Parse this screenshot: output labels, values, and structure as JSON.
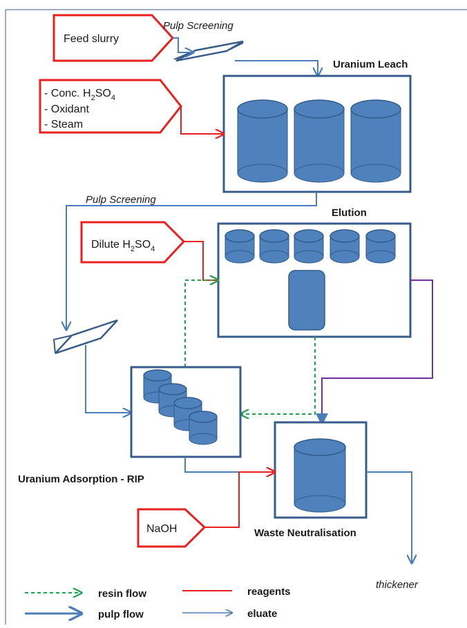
{
  "colors": {
    "unit_fill": "#4f81bd",
    "unit_stroke": "#2f5c8a",
    "box_stroke": "#385d8a",
    "reagent_red": "#e8201e",
    "pulp_blue": "#4a7ebb",
    "resin_green": "#1aa64a",
    "eluate_purple": "#7030a0"
  },
  "reagents": {
    "feed_slurry": "Feed slurry",
    "leach_reagents": [
      "- Conc. H",
      "2",
      "SO",
      "4",
      "- Oxidant",
      "- Steam"
    ],
    "dilute_acid": [
      "Dilute H",
      "2",
      "SO",
      "4"
    ],
    "naoh": "NaOH"
  },
  "labels": {
    "pulp_screening_1": "Pulp Screening",
    "pulp_screening_2": "Pulp Screening",
    "uranium_leach": "Uranium Leach",
    "elution": "Elution",
    "uranium_adsorption": "Uranium Adsorption - RIP",
    "waste_neutralisation": "Waste Neutralisation",
    "thickener": "thickener"
  },
  "legend": {
    "resin_flow": "resin flow",
    "pulp_flow": "pulp flow",
    "reagents": "reagents",
    "eluate": "eluate"
  }
}
